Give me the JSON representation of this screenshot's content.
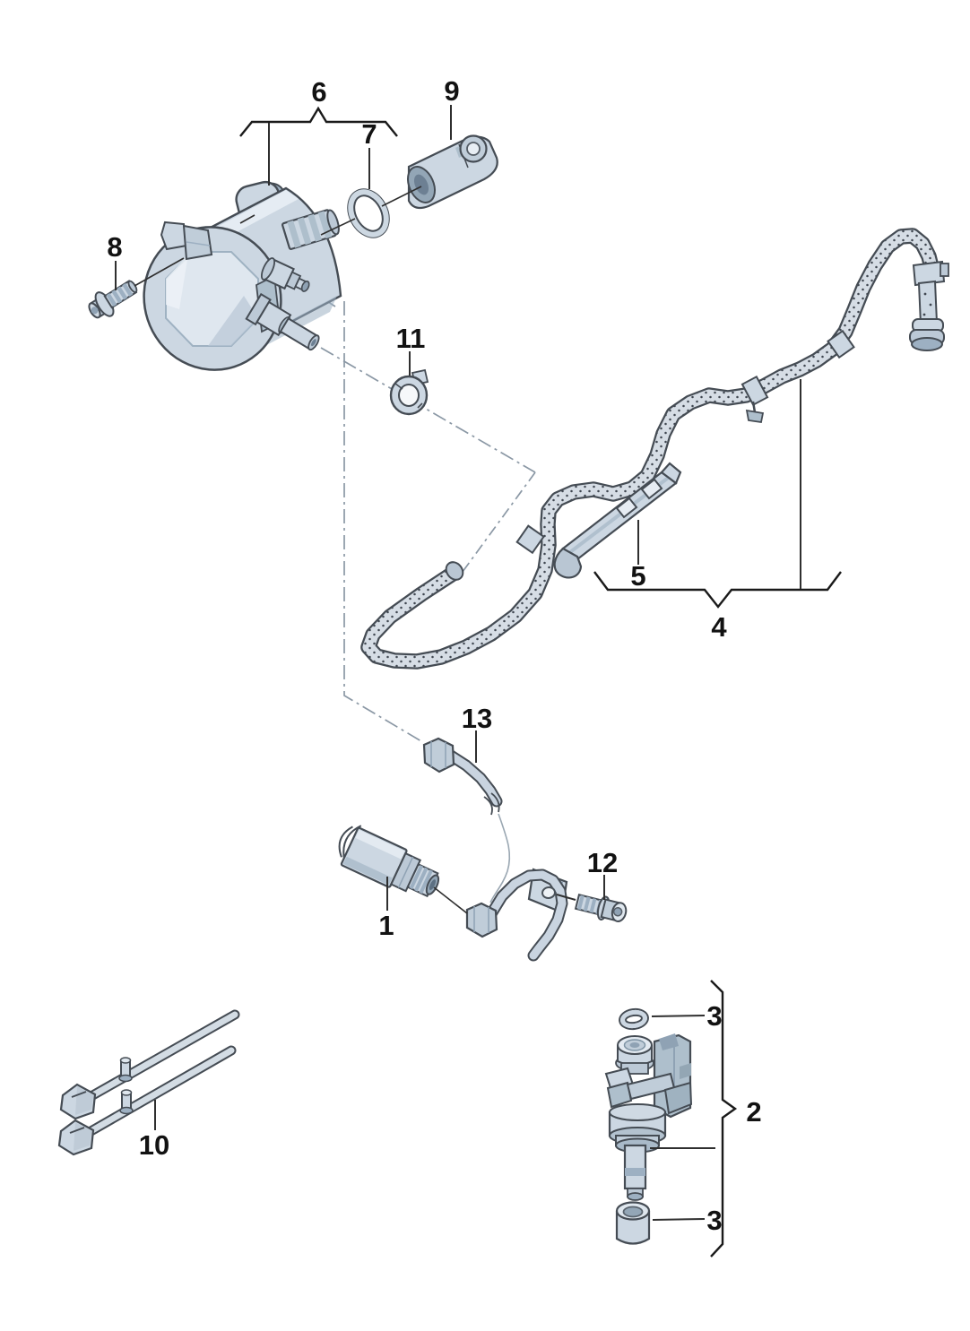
{
  "diagram": {
    "kind": "exploded-parts-diagram",
    "background": "#ffffff"
  },
  "callouts": {
    "c1": "1",
    "c2": "2",
    "c3_top": "3",
    "c3_bottom": "3",
    "c4": "4",
    "c5": "5",
    "c6": "6",
    "c7": "7",
    "c8": "8",
    "c9": "9",
    "c10": "10",
    "c11": "11",
    "c12": "12",
    "c13": "13"
  },
  "colors": {
    "background": "#ffffff",
    "outline": "#454c54",
    "part_fill": "#ccd7e2",
    "part_fill_dark": "#aebfcc",
    "part_highlight": "#e6ecf3",
    "part_shadow": "#9db0c2",
    "hose_fill": "#d6dde5",
    "hose_dot": "#3f4650",
    "label_color": "#121212",
    "leader_line": "#2f2f2f",
    "construction_line": "#8b98a5"
  }
}
